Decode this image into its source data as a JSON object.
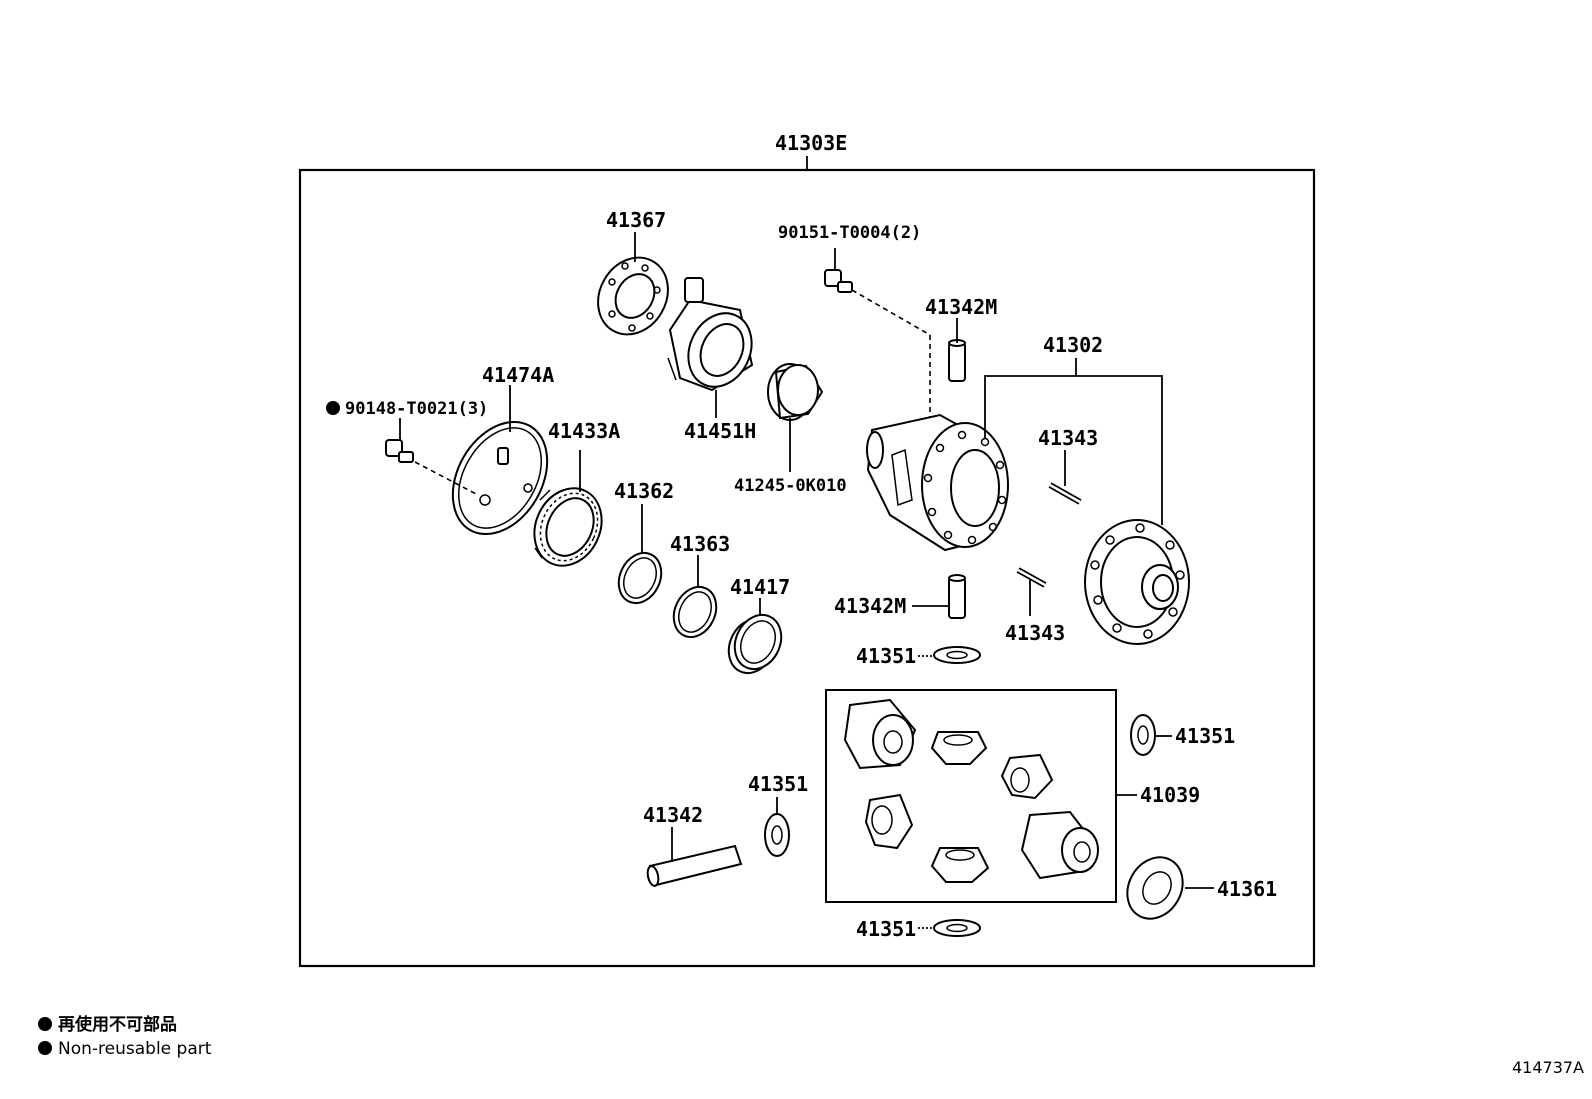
{
  "labels": {
    "assembly": "41303E",
    "p41367": "41367",
    "p90151": "90151-T0004(2)",
    "p41342m_top": "41342M",
    "p41302": "41302",
    "p41474a": "41474A",
    "p90148": "90148-T0021(3)",
    "p41433a": "41433A",
    "p41451h": "41451H",
    "p41245": "41245-0K010",
    "p41343_top": "41343",
    "p41362": "41362",
    "p41363": "41363",
    "p41417": "41417",
    "p41342m_bottom": "41342M",
    "p41343_bottom": "41343",
    "p41351_a": "41351",
    "p41351_b": "41351",
    "p41351_c": "41351",
    "p41351_d": "41351",
    "p41342": "41342",
    "p41039": "41039",
    "p41361": "41361"
  },
  "legend": {
    "ja": "再使用不可部品",
    "en": "Non-reusable part"
  },
  "figure_id": "414737A"
}
